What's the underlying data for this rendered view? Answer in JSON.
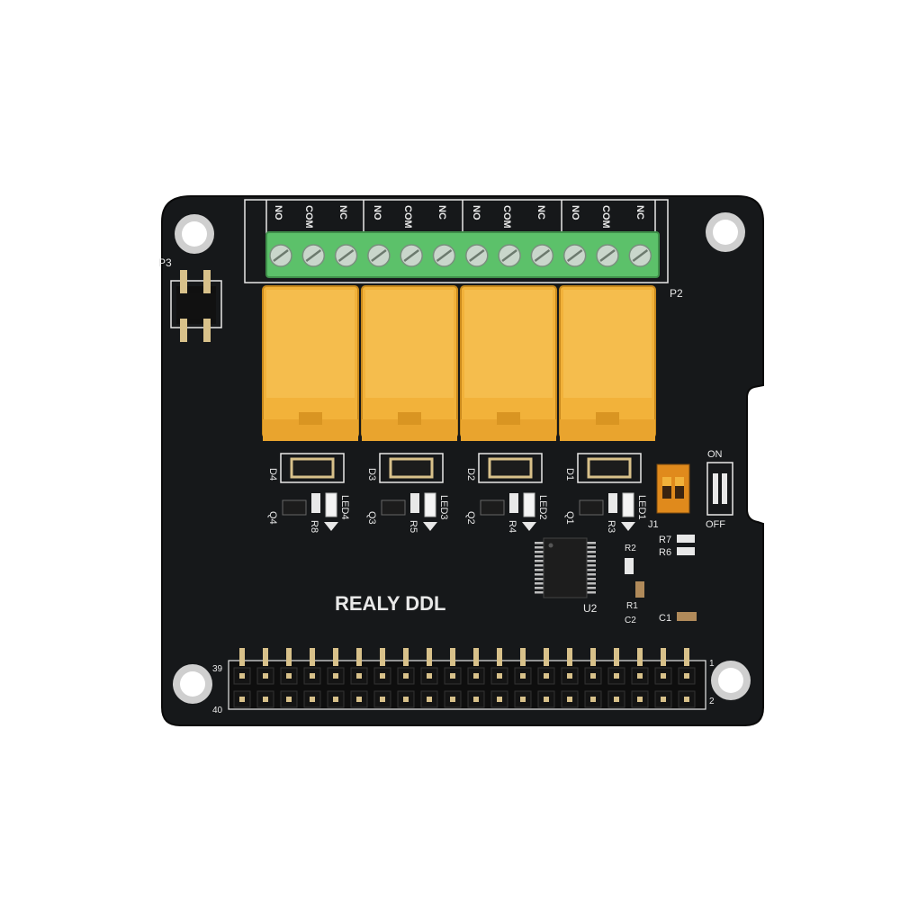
{
  "board": {
    "title": "REALY DDL",
    "colors": {
      "pcb": "#16181a",
      "silkscreen": "#e8e8e8",
      "terminal": "#5cc16a",
      "relay": "#f2b23a",
      "pin": "#d8c18a"
    }
  },
  "labels": {
    "header_p3": "P3",
    "header_p2": "P2",
    "ic": "U2",
    "dip_switch": "J1",
    "on": "ON",
    "off": "OFF",
    "pin_1": "1",
    "pin_2": "2",
    "pin_39": "39",
    "pin_40": "40"
  },
  "terminal_labels": [
    "NO",
    "COM",
    "NC"
  ],
  "relay_channels": [
    {
      "diode": "D4",
      "transistor": "Q4",
      "resistor": "R8",
      "led": "LED4"
    },
    {
      "diode": "D3",
      "transistor": "Q3",
      "resistor": "R5",
      "led": "LED3"
    },
    {
      "diode": "D2",
      "transistor": "Q2",
      "resistor": "R4",
      "led": "LED2"
    },
    {
      "diode": "D1",
      "transistor": "Q1",
      "resistor": "R3",
      "led": "LED1"
    }
  ],
  "side_parts": {
    "r7": "R7",
    "r6": "R6",
    "r2": "R2",
    "r1": "R1",
    "c1": "C1",
    "c2": "C2"
  }
}
